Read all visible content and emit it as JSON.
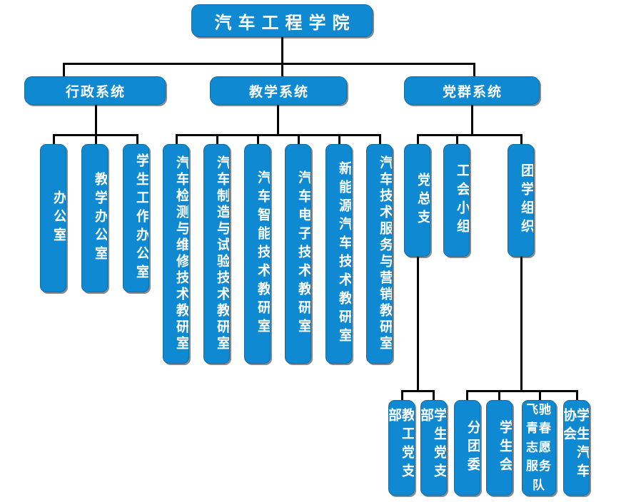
{
  "chart_data": {
    "type": "diagram",
    "title": "汽车工程学院",
    "diagram_kind": "organizational-chart",
    "accent_color": "#1089d3",
    "line_color": "#000000",
    "background": "#ffffff",
    "levels": 4
  },
  "root": {
    "label": "汽车工程学院"
  },
  "systems": [
    {
      "label": "行政系统"
    },
    {
      "label": "教学系统"
    },
    {
      "label": "党群系统"
    }
  ],
  "admin_units": [
    {
      "label": "办公室"
    },
    {
      "label": "教学办公室"
    },
    {
      "label": "学生工作办公室"
    }
  ],
  "teaching_units": [
    {
      "label": "汽车检测与维修技术教研室"
    },
    {
      "label": "汽车制造与试验技术教研室"
    },
    {
      "label": "汽车智能技术教研室"
    },
    {
      "label": "汽车电子技术教研室"
    },
    {
      "label": "新能源汽车技术教研室"
    },
    {
      "label": "汽车技术服务与营销教研室"
    }
  ],
  "party_units": [
    {
      "label": "党总支"
    },
    {
      "label": "工会小组"
    },
    {
      "label": "团学组织"
    }
  ],
  "party_branch_children": [
    {
      "label": "教工党支部"
    },
    {
      "label": "学生党支部"
    }
  ],
  "youth_children": [
    {
      "label": "分团委"
    },
    {
      "label": "学生会"
    },
    {
      "label": "飞驰青春志愿服务队"
    },
    {
      "label": "学生汽车协会"
    }
  ]
}
